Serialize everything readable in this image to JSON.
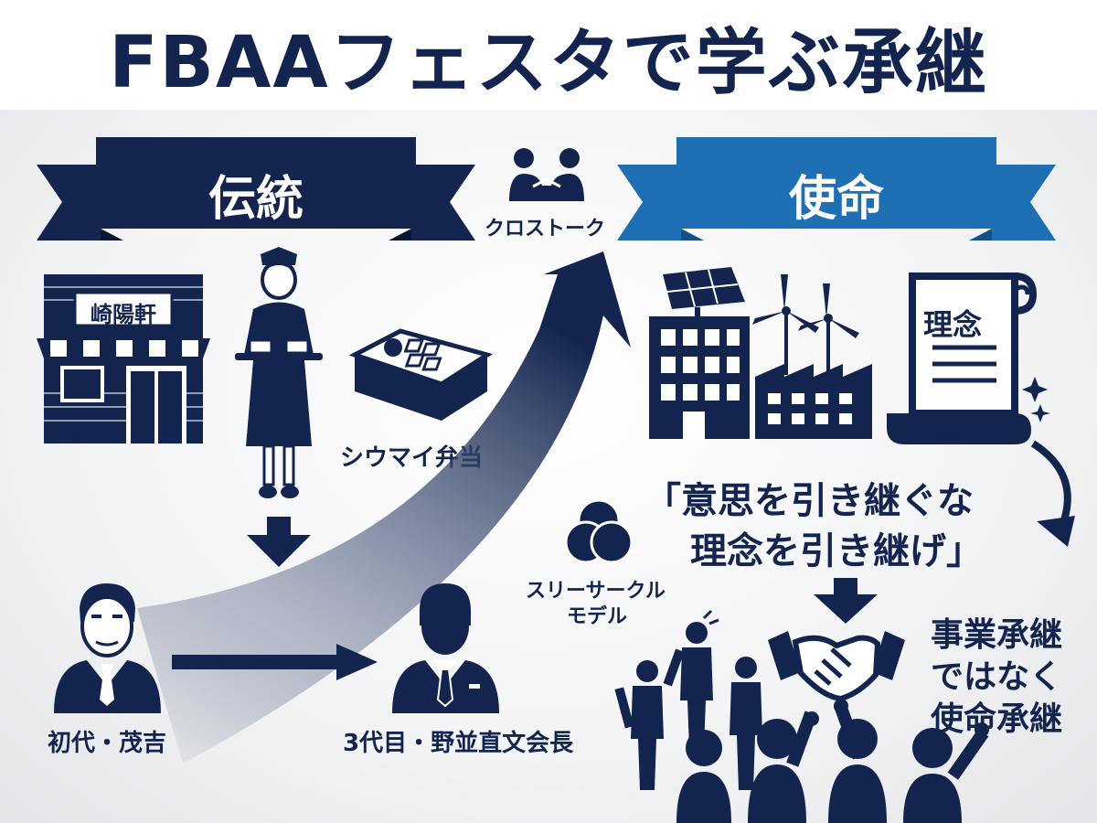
{
  "title": "FBAAフェスタで学ぶ承継",
  "left_banner": "伝統",
  "right_banner": "使命",
  "crosstalk": "クロストーク",
  "shop_sign": "崎陽軒",
  "bento_label": "シウマイ弁当",
  "founder_label": "初代・茂吉",
  "chairman_label": "3代目・野並直文会長",
  "three_circle_label": [
    "スリーサークル",
    "モデル"
  ],
  "scroll_label": "理念",
  "quote": [
    "「意思を引き継ぐな",
    "理念を引き継げ」"
  ],
  "message": [
    "事業承継",
    "ではなく",
    "使命承継"
  ],
  "colors": {
    "navy": "#13254f",
    "blue": "#1f6fb5",
    "white": "#ffffff"
  }
}
